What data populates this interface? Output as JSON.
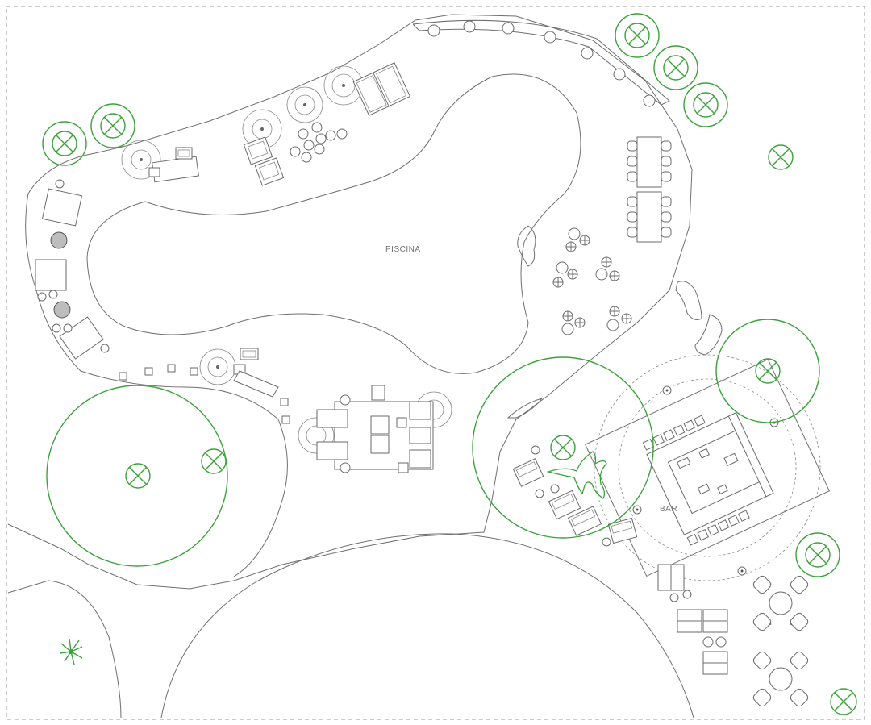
{
  "labels": {
    "pool": "PISCINA",
    "bar": "BAR"
  },
  "colors": {
    "linework": "#6f6f6f",
    "vegetation": "#3aa33a",
    "background": "#ffffff"
  },
  "icons": [
    "tree-symbol",
    "palm-tree-icon",
    "parasol",
    "sun-lounger",
    "planter",
    "table",
    "chair"
  ]
}
